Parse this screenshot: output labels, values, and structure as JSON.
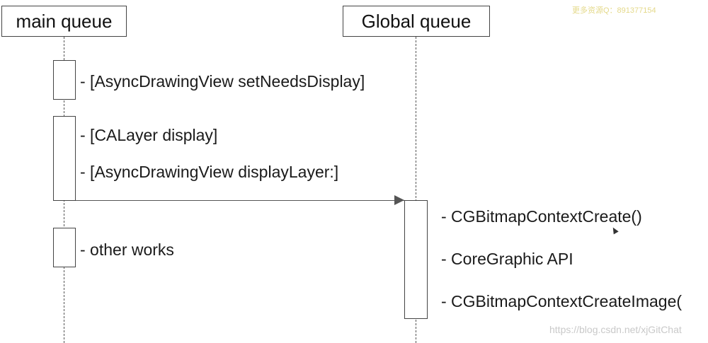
{
  "headers": {
    "main": "main queue",
    "global": "Global queue"
  },
  "main_queue_labels": [
    "- [AsyncDrawingView setNeedsDisplay]",
    "- [CALayer display]",
    "- [AsyncDrawingView displayLayer:]",
    "- other works"
  ],
  "global_queue_labels": [
    "- CGBitmapContextCreate()",
    "- CoreGraphic API",
    "- CGBitmapContextCreateImage("
  ],
  "watermarks": {
    "top": "更多资源Q：891377154",
    "bottom": "https://blog.csdn.net/xjGitChat"
  }
}
